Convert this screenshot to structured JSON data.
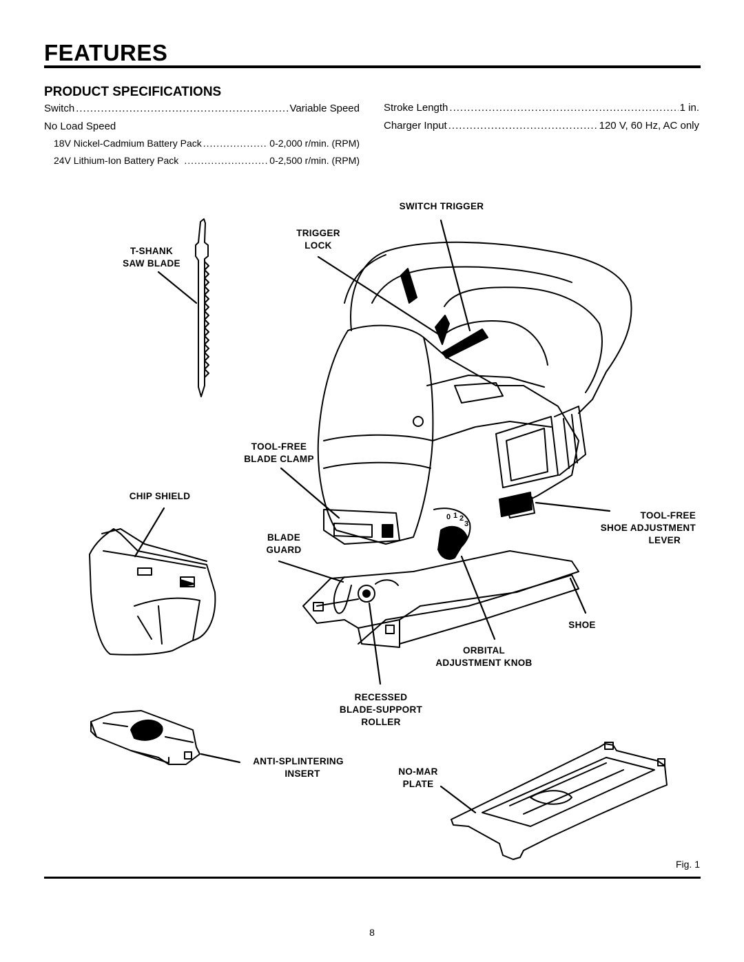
{
  "header": {
    "title": "FEATURES"
  },
  "section": {
    "title": "PRODUCT SPECIFICATIONS"
  },
  "specs": {
    "switch": {
      "label": "Switch",
      "value": "Variable Speed"
    },
    "no_load_speed": {
      "label": "No Load Speed"
    },
    "battery_18v": {
      "label": "18V Nickel-Cadmium Battery Pack",
      "value": "0-2,000 r/min. (RPM)"
    },
    "battery_24v": {
      "label": "24V Lithium-Ion Battery Pack",
      "value": "0-2,500 r/min. (RPM)"
    },
    "stroke_length": {
      "label": "Stroke Length",
      "value": "1 in."
    },
    "charger_input": {
      "label": "Charger Input",
      "value": "120 V, 60 Hz, AC only"
    }
  },
  "labels": {
    "switch_trigger": "SWITCH TRIGGER",
    "trigger_lock": [
      "TRIGGER",
      "LOCK"
    ],
    "t_shank": [
      "T-SHANK",
      "SAW BLADE"
    ],
    "blade_clamp": [
      "TOOL-FREE",
      "BLADE CLAMP"
    ],
    "chip_shield": "CHIP SHIELD",
    "blade_guard": [
      "BLADE",
      "GUARD"
    ],
    "shoe_lever": [
      "TOOL-FREE",
      "SHOE ADJUSTMENT",
      "LEVER"
    ],
    "shoe": "SHOE",
    "orbital_knob": [
      "ORBITAL",
      "ADJUSTMENT KNOB"
    ],
    "roller": [
      "RECESSED",
      "BLADE-SUPPORT",
      "ROLLER"
    ],
    "insert": [
      "ANTI-SPLINTERING",
      "INSERT"
    ],
    "no_mar": [
      "NO-MAR",
      "PLATE"
    ]
  },
  "orbital_dial": [
    "0",
    "1",
    "2",
    "3"
  ],
  "figure_caption": "Fig. 1",
  "page_number": "8"
}
